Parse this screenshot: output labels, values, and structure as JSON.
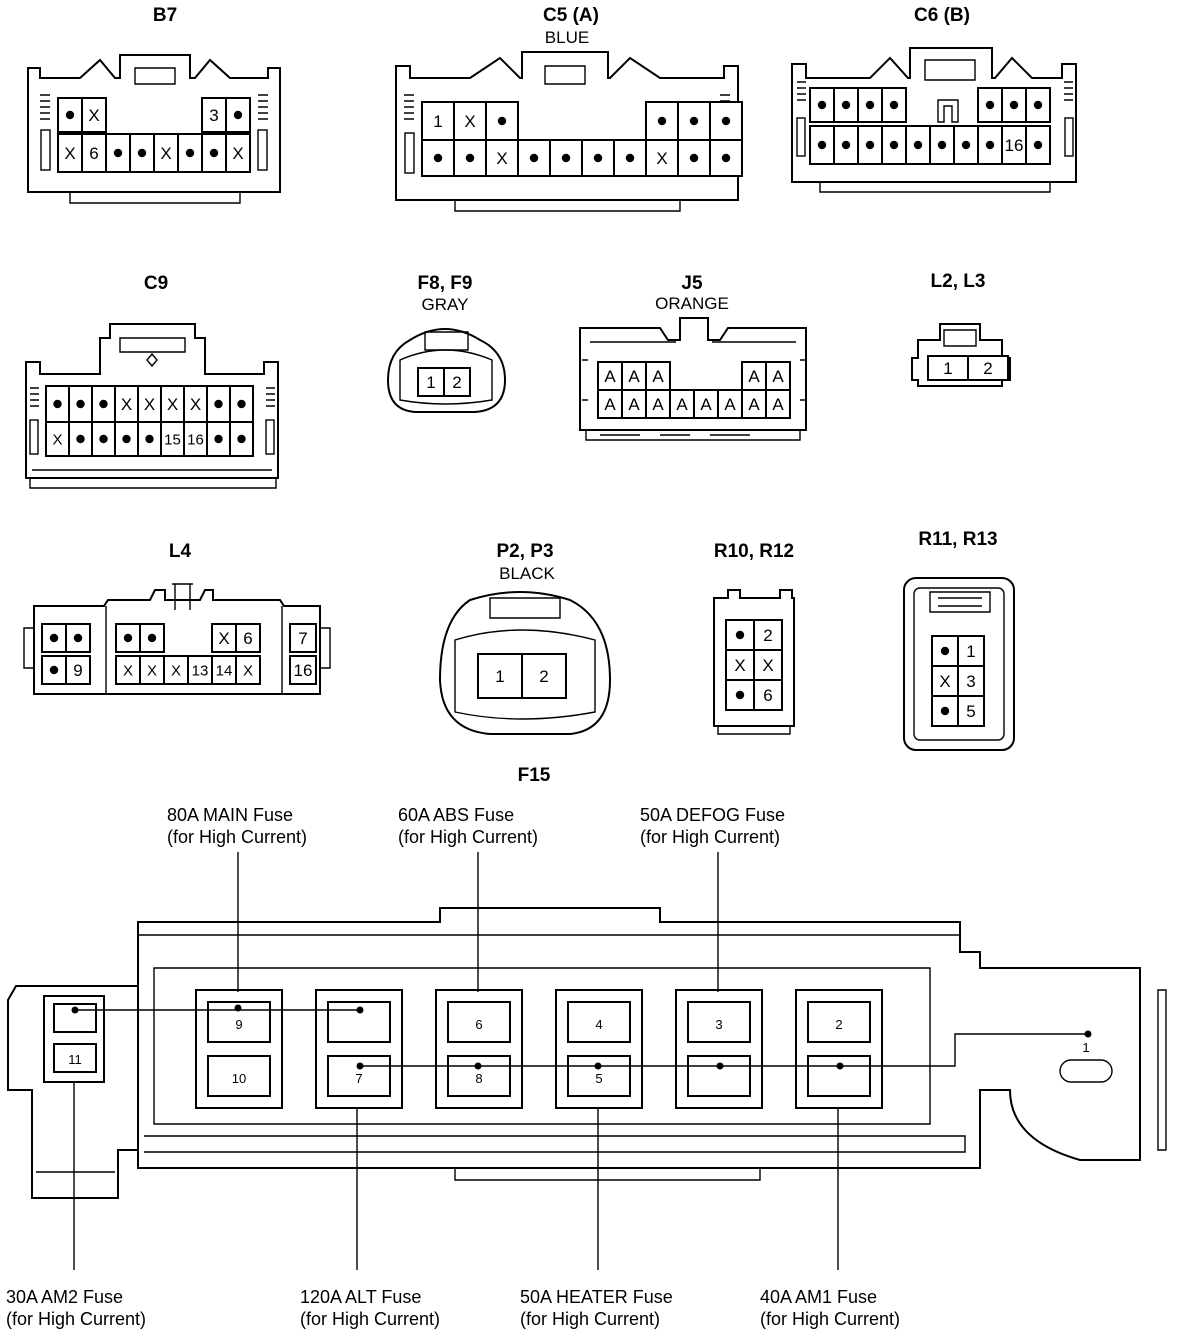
{
  "connectors": {
    "b7": {
      "name": "B7",
      "row1": [
        "•",
        "X",
        "",
        "",
        "",
        "",
        "3",
        "•"
      ],
      "row2": [
        "X",
        "6",
        "•",
        "•",
        "X",
        "•",
        "•",
        "X"
      ]
    },
    "c5": {
      "name": "C5 (A)",
      "color": "BLUE",
      "row1": [
        "1",
        "X",
        "•",
        "",
        "",
        "",
        "",
        "•",
        "•",
        "•"
      ],
      "row2": [
        "•",
        "•",
        "X",
        "•",
        "•",
        "•",
        "•",
        "X",
        "•",
        "•"
      ]
    },
    "c6": {
      "name": "C6 (B)",
      "row1": [
        "•",
        "•",
        "•",
        "•",
        "",
        "",
        "",
        "•",
        "•",
        "•"
      ],
      "row2": [
        "•",
        "•",
        "•",
        "•",
        "•",
        "•",
        "•",
        "•",
        "16",
        "•"
      ]
    },
    "c9": {
      "name": "C9",
      "row1": [
        "•",
        "•",
        "•",
        "X",
        "X",
        "X",
        "X",
        "•",
        "•"
      ],
      "row2": [
        "X",
        "•",
        "•",
        "•",
        "•",
        "15",
        "16",
        "•",
        "•"
      ]
    },
    "f8": {
      "name": "F8, F9",
      "color": "GRAY",
      "pins": [
        "1",
        "2"
      ]
    },
    "j5": {
      "name": "J5",
      "color": "ORANGE",
      "row1": [
        "A",
        "A",
        "A",
        "",
        "",
        "",
        "A",
        "A"
      ],
      "row2": [
        "A",
        "A",
        "A",
        "A",
        "A",
        "A",
        "A",
        "A"
      ]
    },
    "l2": {
      "name": "L2, L3",
      "pins": [
        "1",
        "2"
      ]
    },
    "l4": {
      "name": "L4",
      "left_row1": [
        "•",
        "•"
      ],
      "left_row2": [
        "•",
        "9"
      ],
      "mid_row1": [
        "•",
        "•",
        "",
        "",
        "X",
        "6"
      ],
      "mid_row2": [
        "X",
        "X",
        "X",
        "13",
        "14",
        "X"
      ],
      "right_row1": [
        "7"
      ],
      "right_row2": [
        "16"
      ]
    },
    "p2": {
      "name": "P2, P3",
      "color": "BLACK",
      "pins": [
        "1",
        "2"
      ]
    },
    "r10": {
      "name": "R10, R12",
      "rows": [
        [
          "•",
          "2"
        ],
        [
          "X",
          "X"
        ],
        [
          "•",
          "6"
        ]
      ]
    },
    "r11": {
      "name": "R11, R13",
      "rows": [
        [
          "•",
          "1"
        ],
        [
          "X",
          "3"
        ],
        [
          "•",
          "5"
        ]
      ]
    }
  },
  "fuse_block": {
    "name": "F15",
    "am2_pins": [
      "",
      "11"
    ],
    "slots": [
      {
        "top": "9",
        "bottom": "10"
      },
      {
        "top": "",
        "bottom": "7"
      },
      {
        "top": "6",
        "bottom": "8"
      },
      {
        "top": "4",
        "bottom": "5"
      },
      {
        "top": "3",
        "bottom": ""
      },
      {
        "top": "2",
        "bottom": ""
      }
    ],
    "terminal": "1",
    "callouts": {
      "main": {
        "line1": "80A MAIN Fuse",
        "line2": "(for High Current)"
      },
      "abs": {
        "line1": "60A ABS Fuse",
        "line2": "(for High Current)"
      },
      "defog": {
        "line1": "50A DEFOG Fuse",
        "line2": "(for High Current)"
      },
      "am2": {
        "line1": "30A AM2 Fuse",
        "line2": "(for High Current)"
      },
      "alt": {
        "line1": "120A ALT Fuse",
        "line2": "(for High Current)"
      },
      "heater": {
        "line1": "50A HEATER Fuse",
        "line2": "(for High Current)"
      },
      "am1": {
        "line1": "40A AM1 Fuse",
        "line2": "(for High Current)"
      }
    }
  }
}
